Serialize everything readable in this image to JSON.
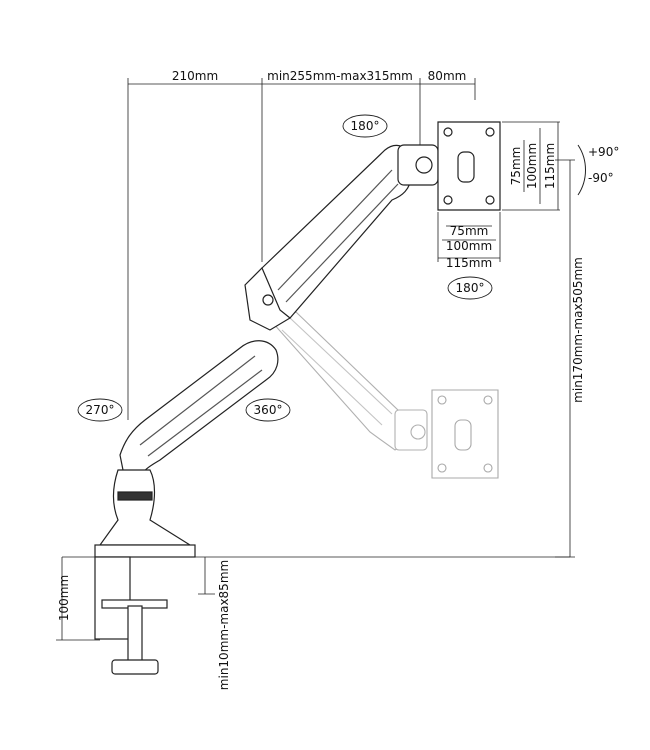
{
  "dimensions": {
    "reach_base": "210mm",
    "reach_mid": "min255mm-max315mm",
    "reach_head": "80mm",
    "vesa_75_vertical": "75mm",
    "vesa_100_vertical": "100mm",
    "vesa_115_vertical": "115mm",
    "vesa_75_horizontal": "75mm",
    "vesa_100_horizontal": "100mm",
    "vesa_115_horizontal": "115mm",
    "height_range": "min170mm-max505mm",
    "clamp_height": "100mm",
    "desk_thickness": "min10mm-max85mm"
  },
  "rotations": {
    "head_swivel_top": "180°",
    "head_swivel_bottom": "180°",
    "base_rotation": "270°",
    "arm_rotation": "360°",
    "tilt_up": "+90°",
    "tilt_down": "-90°"
  }
}
